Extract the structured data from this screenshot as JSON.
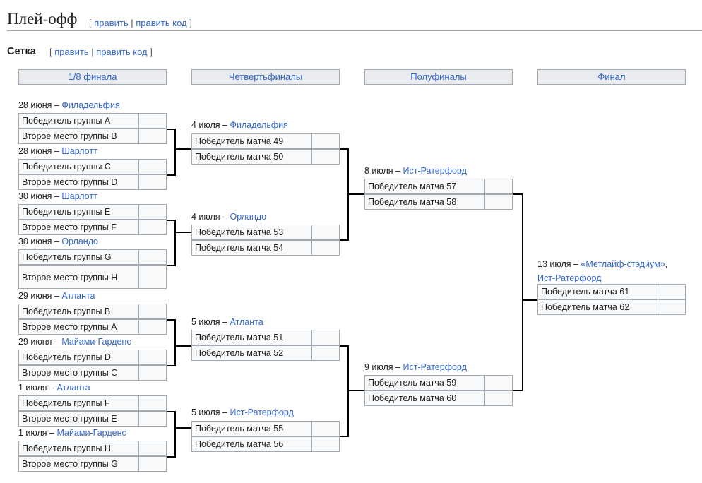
{
  "section": {
    "title": "Плей-офф",
    "edit": "править",
    "edit_code": "править код"
  },
  "subsection": {
    "title": "Сетка",
    "edit": "править",
    "edit_code": "править код"
  },
  "rounds": [
    "1/8 финала",
    "Четвертьфиналы",
    "Полуфиналы",
    "Финал"
  ],
  "r16": [
    {
      "date": "28 июня",
      "venue": "Филадельфия",
      "teams": [
        "Победитель группы A",
        "Второе место группы B"
      ]
    },
    {
      "date": "28 июня",
      "venue": "Шарлотт",
      "teams": [
        "Победитель группы C",
        "Второе место группы D"
      ]
    },
    {
      "date": "30 июня",
      "venue": "Шарлотт",
      "teams": [
        "Победитель группы E",
        "Второе место группы F"
      ]
    },
    {
      "date": "30 июня",
      "venue": "Орландо",
      "teams": [
        "Победитель группы G",
        "Второе место группы H"
      ]
    },
    {
      "date": "29 июня",
      "venue": "Атланта",
      "teams": [
        "Победитель группы B",
        "Второе место группы A"
      ]
    },
    {
      "date": "29 июня",
      "venue": "Майами-Гарденс",
      "teams": [
        "Победитель группы D",
        "Второе место группы C"
      ]
    },
    {
      "date": "1 июля",
      "venue": "Атланта",
      "teams": [
        "Победитель группы F",
        "Второе место группы E"
      ]
    },
    {
      "date": "1 июля",
      "venue": "Майами-Гарденс",
      "teams": [
        "Победитель группы H",
        "Второе место группы G"
      ]
    }
  ],
  "qf": [
    {
      "date": "4 июля",
      "venue": "Филадельфия",
      "teams": [
        "Победитель матча 49",
        "Победитель матча 50"
      ]
    },
    {
      "date": "4 июля",
      "venue": "Орландо",
      "teams": [
        "Победитель матча 53",
        "Победитель матча 54"
      ]
    },
    {
      "date": "5 июля",
      "venue": "Атланта",
      "teams": [
        "Победитель матча 51",
        "Победитель матча 52"
      ]
    },
    {
      "date": "5 июля",
      "venue": "Ист-Ратерфорд",
      "teams": [
        "Победитель матча 55",
        "Победитель матча 56"
      ]
    }
  ],
  "sf": [
    {
      "date": "8 июля",
      "venue": "Ист-Ратерфорд",
      "teams": [
        "Победитель матча 57",
        "Победитель матча 58"
      ]
    },
    {
      "date": "9 июля",
      "venue": "Ист-Ратерфорд",
      "teams": [
        "Победитель матча 59",
        "Победитель матча 60"
      ]
    }
  ],
  "final": {
    "date": "13 июля",
    "venue": "«Метлайф-стэдиум»",
    "venue_line2": "Ист-Ратерфорд",
    "teams": [
      "Победитель матча 61",
      "Победитель матча 62"
    ]
  }
}
